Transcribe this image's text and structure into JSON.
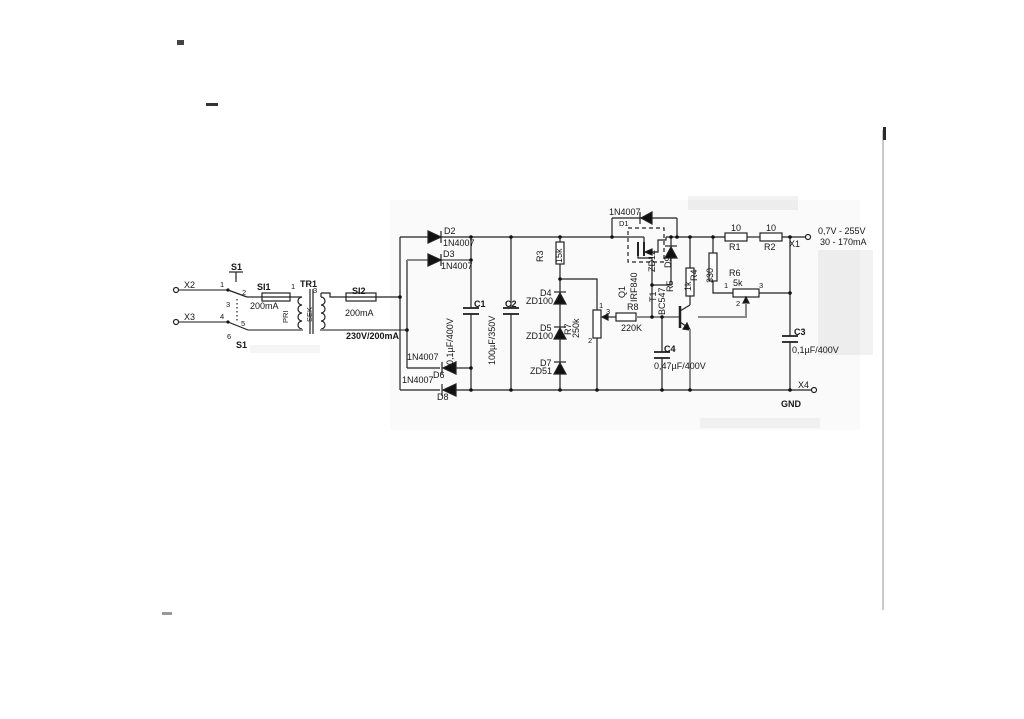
{
  "terminals": {
    "x2": "X2",
    "x3": "X3",
    "x1": "X1",
    "x4": "X4",
    "gnd": "GND",
    "output_voltage": "0,7V - 255V",
    "output_current": "30 - 170mA"
  },
  "switch": {
    "label_top": "S1",
    "label_bottom": "S1",
    "pin1": "1",
    "pin2": "2",
    "pin3": "3",
    "pin4": "4",
    "pin5": "5",
    "pin6": "6"
  },
  "fuse_si1": {
    "name": "SI1",
    "rating": "200mA"
  },
  "fuse_si2": {
    "name": "SI2",
    "rating": "200mA"
  },
  "transformer": {
    "name": "TR1",
    "primary": "PRI",
    "secondary": "SEK",
    "pin_primary_top": "1",
    "pin_secondary_top": "3",
    "rating": "230V/200mA"
  },
  "diodes": {
    "d1": {
      "name": "D1",
      "type": "1N4007"
    },
    "d2": {
      "name": "D2",
      "type": "1N4007"
    },
    "d3": {
      "name": "D3",
      "type": "1N4007"
    },
    "d4": {
      "name": "D4",
      "type": "ZD100"
    },
    "d5": {
      "name": "D5",
      "type": "ZD100"
    },
    "d6": {
      "name": "D6",
      "type": "1N4007"
    },
    "d7": {
      "name": "D7",
      "type": "ZD51"
    },
    "d8": {
      "name": "D8",
      "type": "1N4007"
    },
    "d9": {
      "name": "D9",
      "type": "ZD12"
    }
  },
  "resistors": {
    "r1": {
      "name": "R1",
      "value": "10"
    },
    "r2": {
      "name": "R2",
      "value": "10"
    },
    "r3": {
      "name": "R3",
      "value": "15k"
    },
    "r4": {
      "name": "R4",
      "value": "330"
    },
    "r5": {
      "name": "R5",
      "value": "1k"
    },
    "r6": {
      "name": "R6",
      "value": "5k",
      "pin1": "1",
      "pin2": "2",
      "pin3": "3"
    },
    "r7": {
      "name": "R7",
      "value": "250k",
      "pin1": "1",
      "pin2": "2",
      "pin3": "3"
    },
    "r8": {
      "name": "R8",
      "value": "220K"
    }
  },
  "capacitors": {
    "c1": {
      "name": "C1",
      "value": "0,1µF/400V"
    },
    "c2": {
      "name": "C2",
      "value": "100µF/350V"
    },
    "c3": {
      "name": "C3",
      "value": "0,1µF/400V"
    },
    "c4": {
      "name": "C4",
      "value": "0,47µF/400V"
    }
  },
  "semiconductors": {
    "q1": {
      "name": "Q1",
      "type": "IRF840"
    },
    "t1": {
      "name": "T1",
      "type": "BC547"
    }
  }
}
